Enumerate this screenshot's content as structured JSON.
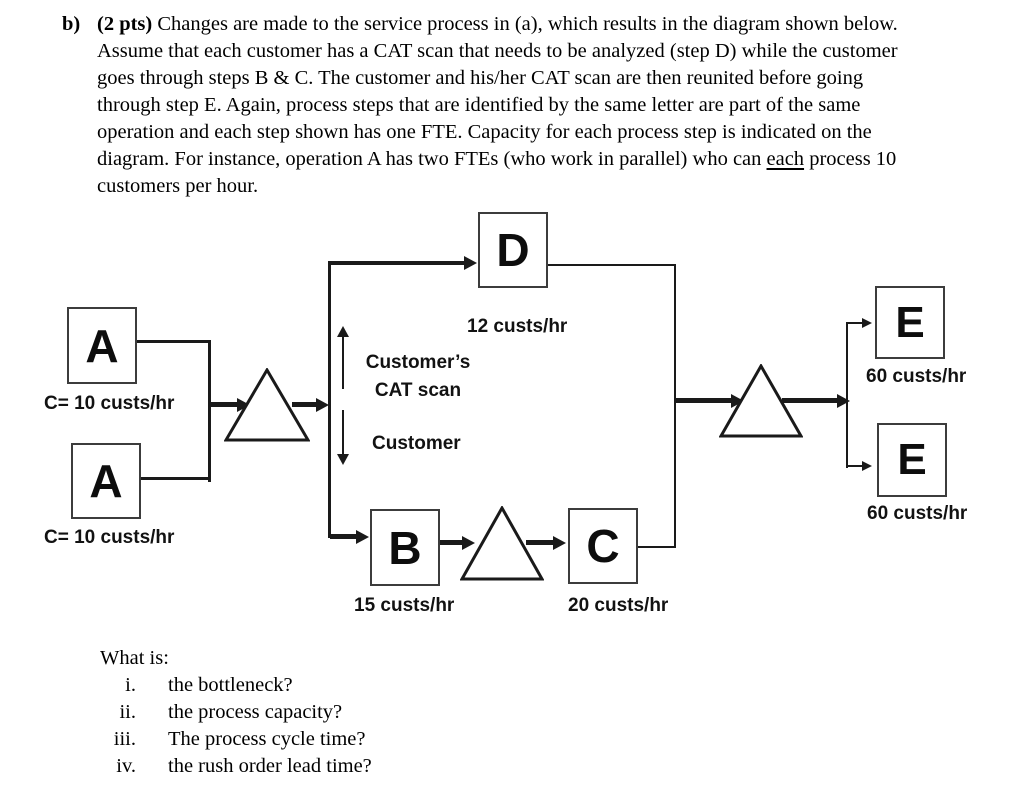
{
  "problem": {
    "item_label": "b)",
    "points_label": "(2 pts)",
    "line1_rest": " Changes are made to the service process in (a), which results in the diagram shown below.",
    "line2": "Assume that each customer has a CAT scan that needs to be analyzed (step D) while the customer",
    "line3": "goes through steps B & C. The customer and his/her CAT scan are then reunited before going",
    "line4": "through step E. Again, process steps that are identified by the same letter are part of the same",
    "line5": "operation and each step shown has one FTE. Capacity for each process step is indicated on the",
    "line6_pre": "diagram. For instance, operation A has two FTEs (who work in parallel) who can ",
    "line6_em": "each",
    "line6_post": " process 10",
    "line7": "customers per hour."
  },
  "diagram": {
    "boxes": {
      "a1": "A",
      "a2": "A",
      "b": "B",
      "c": "C",
      "d": "D",
      "e1": "E",
      "e2": "E"
    },
    "labels": {
      "cap_a1": "C= 10 custs/hr",
      "cap_a2": "C= 10 custs/hr",
      "cap_d": "12 custs/hr",
      "cap_b": "15 custs/hr",
      "cap_c": "20 custs/hr",
      "cap_e1": "60 custs/hr",
      "cap_e2": "60 custs/hr",
      "cat_scan_line1": "Customer’s",
      "cat_scan_line2": "CAT scan",
      "customer": "Customer"
    },
    "colors": {
      "line": "#1a1a1a",
      "box_border": "#3c3c3c",
      "text": "#121212"
    }
  },
  "questions": {
    "intro": "What is:",
    "items": [
      {
        "numeral": "i.",
        "text": "the bottleneck?"
      },
      {
        "numeral": "ii.",
        "text": "the process capacity?"
      },
      {
        "numeral": "iii.",
        "text": "The process cycle time?"
      },
      {
        "numeral": "iv.",
        "text": "the rush order lead time?"
      }
    ]
  }
}
